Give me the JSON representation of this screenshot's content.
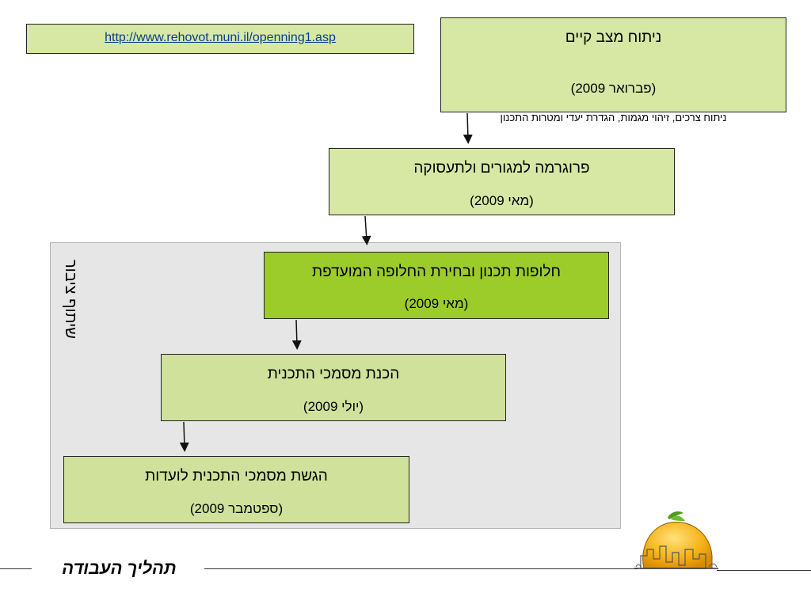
{
  "link": {
    "url": "http://www.rehovot.muni.il/openning1.asp"
  },
  "steps": [
    {
      "title": "ניתוח מצב קיים",
      "date": "(פברואר 2009)",
      "detail": "ניתוח צרכים, זיהוי מגמות, הגדרת יעדי ומטרות התכנון"
    },
    {
      "title": "פרוגרמה למגורים ולתעסוקה",
      "date": "(מאי 2009)"
    },
    {
      "title": "חלופות תכנון ובחירת החלופה המועדפת",
      "date": "(מאי 2009)"
    },
    {
      "title": "הכנת מסמכי התכנית",
      "date": "(יולי 2009)"
    },
    {
      "title": "הגשת מסמכי התכנית לועדות",
      "date": "(ספטמבר 2009)"
    }
  ],
  "panel": {
    "label": "שיתוף ציבור"
  },
  "footer": {
    "title": "תהליך העבודה"
  },
  "colors": {
    "box_light": "#d6e8a4",
    "box_highlight": "#9ccc2a",
    "panel_bg": "#e6e6e6",
    "link": "#0a3d8f"
  },
  "logo": {
    "icon": "orange-city-logo-icon"
  }
}
